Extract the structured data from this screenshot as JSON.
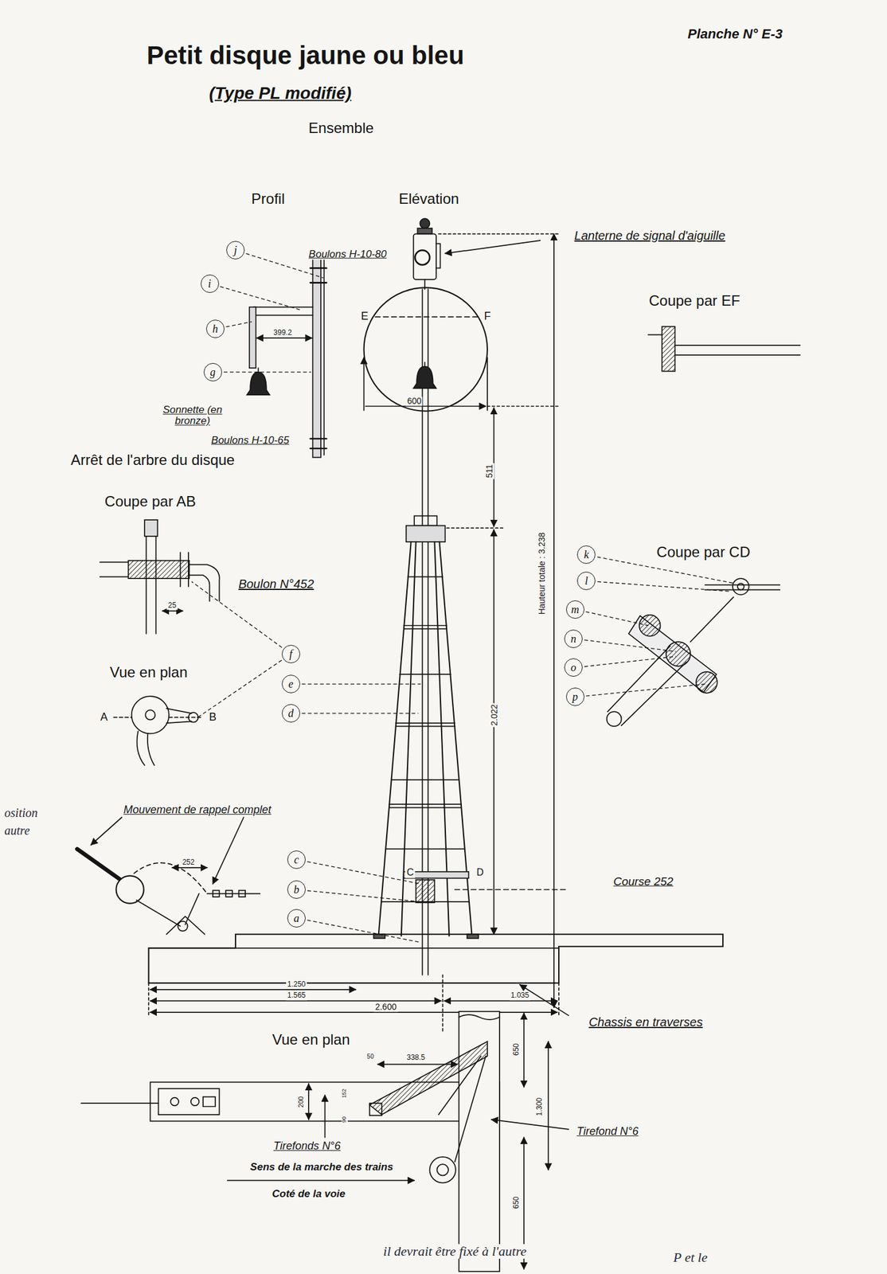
{
  "diagram": {
    "title": "Petit disque jaune ou bleu",
    "nodes": [
      {
        "text": [
          "j"
        ]
      },
      {
        "text": [
          "i"
        ]
      },
      {
        "text": [
          "h"
        ]
      },
      {
        "text": [
          "g"
        ]
      },
      {
        "text": [
          "f"
        ]
      },
      {
        "text": [
          "e"
        ]
      },
      {
        "text": [
          "d"
        ]
      },
      {
        "text": [
          "k"
        ]
      },
      {
        "text": [
          "l"
        ]
      },
      {
        "text": [
          "m"
        ]
      },
      {
        "text": [
          "n"
        ]
      },
      {
        "text": [
          "o"
        ]
      },
      {
        "text": [
          "p"
        ]
      },
      {
        "text": [
          "c"
        ]
      },
      {
        "text": [
          "b"
        ]
      },
      {
        "text": [
          "a"
        ]
      }
    ],
    "labels": [
      "Planche N° E-3",
      "(Type PL modifié)",
      "Ensemble",
      "Profil",
      "Elévation",
      "Lanterne de signal d'aiguille",
      "Boulons H-10-80",
      "Coupe par EF",
      "E",
      "F",
      "399.2",
      "600",
      "Sonnette (en bronze)",
      "Boulons H-10-65",
      "Arrêt de l'arbre du disque",
      "Coupe par AB",
      "Boulon N°452",
      "25",
      "Vue en plan",
      "A",
      "B",
      "511",
      "Hauteur totale : 3.238",
      "2.022",
      "Coupe par CD",
      "osition",
      "autre",
      "Mouvement de rappel complet",
      "252",
      "C",
      "D",
      "Course 252",
      "1.250",
      "1.565",
      "2.600",
      "1.035",
      "Chassis en traverses",
      "Vue en plan",
      "50",
      "338.5",
      "650",
      "1.300",
      "200",
      "152",
      "90",
      "Tirefonds N°6",
      "Tirefond N°6",
      "650",
      "Sens de la marche des trains",
      "Coté de la voie",
      "il devrait être fixé à l'autre",
      "P et le"
    ]
  }
}
